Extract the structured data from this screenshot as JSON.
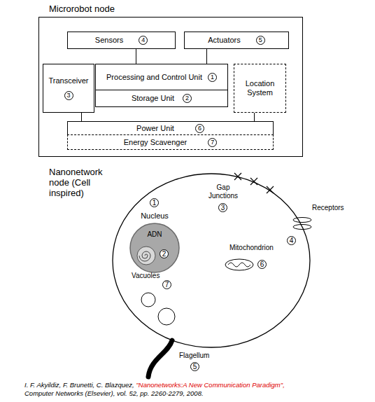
{
  "diagram": {
    "nodes": [
      {
        "text": [
          "Microrobot node"
        ]
      },
      {
        "text": [
          "Sensors",
          "4"
        ],
        "in": 0
      },
      {
        "text": [
          "Actuators",
          "5"
        ],
        "in": 0
      },
      {
        "text": [
          "Transceiver",
          "3"
        ],
        "in": 0
      },
      {
        "text": [
          "Processing and Control Unit",
          "1"
        ],
        "in": 0
      },
      {
        "text": [
          "Location System"
        ],
        "in": 0
      },
      {
        "text": [
          "Storage Unit",
          "2"
        ],
        "in": 0
      },
      {
        "text": [
          "Power Unit",
          "6"
        ],
        "in": 0
      },
      {
        "text": [
          "Energy Scavenger",
          "7"
        ],
        "in": 0
      },
      {
        "text": [
          "Nanonetwork node (Cell inspired)"
        ]
      },
      {
        "text": [
          "Nucleus",
          "ADN"
        ],
        "in": 9
      }
    ],
    "edges": [
      {
        "from": 1,
        "to": 4,
        "arrow": "none"
      },
      {
        "from": 2,
        "to": 4,
        "arrow": "none"
      },
      {
        "from": 3,
        "to": 7,
        "arrow": "none"
      },
      {
        "from": 5,
        "to": 7,
        "arrow": "none"
      }
    ],
    "labels": [
      "1",
      "2",
      "Gap Junctions",
      "3",
      "Receptors",
      "4",
      "Mitochondrion",
      "6",
      "Vacuoles",
      "7",
      "Flagellum",
      "5",
      "I. F. Akyildiz, F. Brunetti, C. Blazquez,",
      "\"Nanonetworks:A New Communication Paradigm\",",
      "Computer Networks (Elsevier), vol. 52, pp. 2260-2279, 2008."
    ]
  }
}
